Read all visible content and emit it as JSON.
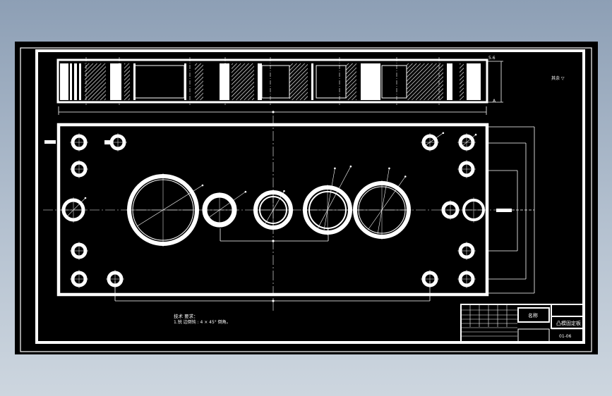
{
  "drawing": {
    "background": "#000000",
    "line_color": "#ffffff",
    "technical_requirements": {
      "heading": "技术 要求：",
      "line1": "1.锐 边倒钝 : 4 × 45° 倒角。"
    },
    "title_block": {
      "part_name": "名称",
      "part_title": "凸模固定板",
      "drawing_number": "01-06"
    },
    "surface_finish_note": "其余 ▽"
  }
}
